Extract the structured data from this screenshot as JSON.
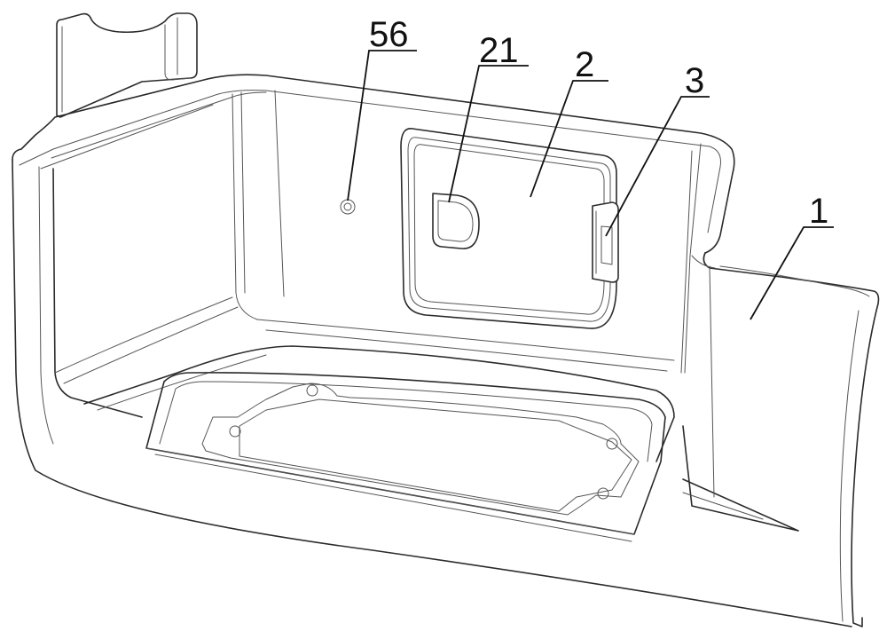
{
  "figure": {
    "callouts": [
      {
        "id": "c56",
        "label": "56"
      },
      {
        "id": "c21",
        "label": "21"
      },
      {
        "id": "c2",
        "label": "2"
      },
      {
        "id": "c3",
        "label": "3"
      },
      {
        "id": "c1",
        "label": "1"
      }
    ]
  }
}
